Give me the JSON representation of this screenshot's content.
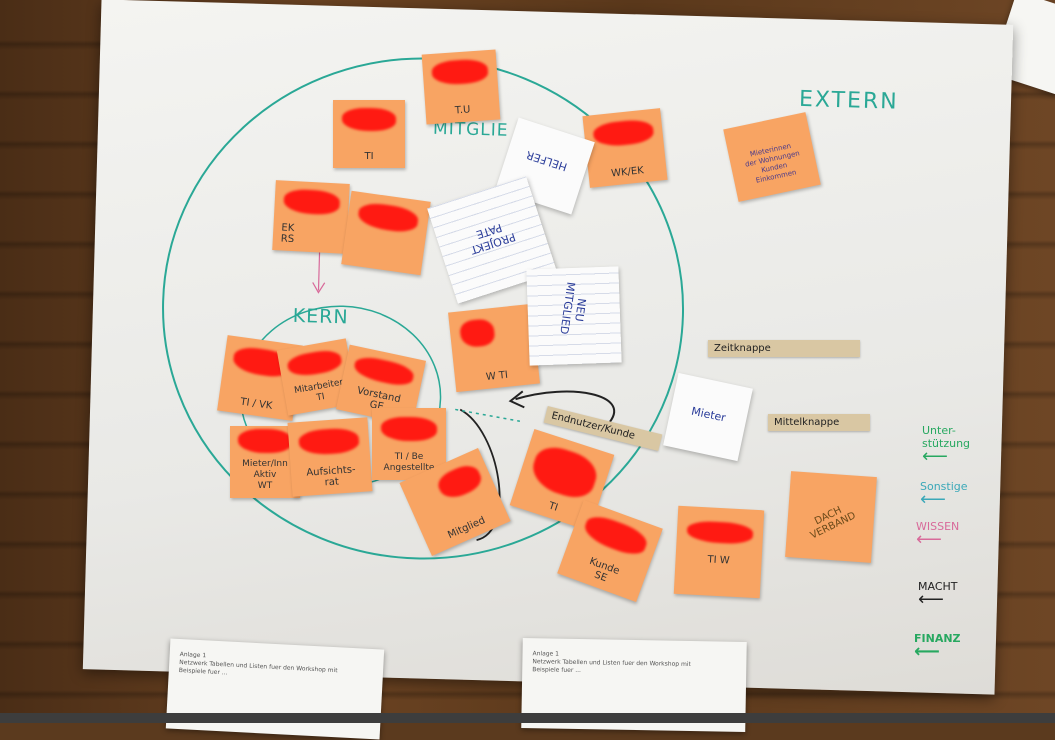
{
  "board": {
    "title_extern": "EXTERN",
    "label_mitglieder": "MITGLIE",
    "label_kern": "KERN"
  },
  "notes": [
    {
      "id": "tu",
      "label": "T.U"
    },
    {
      "id": "ti-top",
      "label": "TI"
    },
    {
      "id": "wk-ek",
      "label": "WK/EK"
    },
    {
      "id": "ek-rs",
      "label": "EK\nRS"
    },
    {
      "id": "blank-mid",
      "label": ""
    },
    {
      "id": "wti",
      "label": "W TI"
    },
    {
      "id": "kern-1",
      "label": "TI / VK"
    },
    {
      "id": "mitarbeiter",
      "label": "Mitarbeiter\nTI"
    },
    {
      "id": "vorstand",
      "label": "Vorstand\nGE"
    },
    {
      "id": "mieter",
      "label": "Mieter/Inn\nAktiv\nWT"
    },
    {
      "id": "aufsichtsrat",
      "label": "Aufsichts-\nrat"
    },
    {
      "id": "angestellte",
      "label": "TI / Be\nAngestellte"
    },
    {
      "id": "mitglied",
      "label": "Mitglied"
    },
    {
      "id": "ti-right",
      "label": "TI"
    },
    {
      "id": "kunde",
      "label": "Kunde\nSE"
    },
    {
      "id": "tiw",
      "label": "TI W"
    },
    {
      "id": "extern-note",
      "label": "Mieterinnen\nder Wohnungen\nKunden\nEinkommen"
    },
    {
      "id": "dachverband",
      "label": "DACH\nVERBAND"
    }
  ],
  "papers": {
    "helfer": "HELFER",
    "projektpate": "PROJEKT\nPATE",
    "neu_mitglied": "NEU\nMITGLIED",
    "mieter": "Mieter"
  },
  "tapes": {
    "endnutzer": "Endnutzer/Kunde",
    "zeitknappe": "Zeitknappe",
    "mittelknappe": "Mittelknappe"
  },
  "legend": [
    {
      "label": "Unter-\nstützung",
      "color": "#27a860"
    },
    {
      "label": "Sonstige",
      "color": "#3aa8b8"
    },
    {
      "label": "WISSEN",
      "color": "#d86a9a"
    },
    {
      "label": "MACHT",
      "color": "#222222"
    },
    {
      "label": "FINANZ",
      "color": "#27a860"
    }
  ],
  "sheets": {
    "left": "Anlage 1\nNetzwerk Tabellen und Listen fuer den Workshop mit\nBeispiele fuer ...",
    "right": "Anlage 1\nNetzwerk Tabellen und Listen fuer den Workshop mit\nBeispiele fuer ..."
  },
  "colors": {
    "note": "#f8a463",
    "redaction": "#ff1a12",
    "teal": "#2aa896"
  }
}
